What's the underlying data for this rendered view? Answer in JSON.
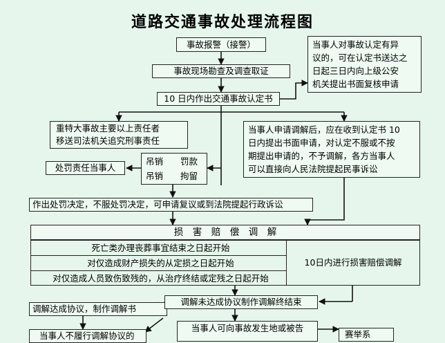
{
  "title": "道路交通事故处理流程图",
  "nodes": {
    "report": "事故报警（接警）",
    "survey": "事故现场勘查及调查取证",
    "determine": "10 日内作出交通事故认定书",
    "objection": [
      "当事人对事故认定有异",
      "议的，可在认定书送达之",
      "日起三日内向上级公安",
      "机关提出书面复核申请"
    ],
    "criminal": [
      "重特大事故主要以上责任者",
      "移送司法机关追究刑事责任"
    ],
    "mediation_request": [
      "当事人申请调解后，应在收到认定书 10",
      "日内提出书面申请，对认定不服或不按",
      "期提出申请的，不予调解，各方当事人",
      "可以直接向人民法院提起民事诉讼"
    ],
    "punish": "处罚责任当事人",
    "penalties": [
      "吊销　　罚款",
      "吊销　　拘留"
    ],
    "decision": "作出处罚决定，不服处罚决定，可申请复议或到法院提起行政诉讼",
    "damage_header": "损　害　赔　偿　调　解",
    "damage_rows": [
      "死亡类办理丧葬事宜结束之日起开始",
      "对仅造成财产损失的从定损之日起开始",
      "对仅造成人员致伤致残的，从治疗终结或定残之日起开始"
    ],
    "damage_result": "10日内进行损害赔偿调解",
    "agreement": "调解达成协议，制作调解书",
    "no_agreement": "调解未达成协议制作调解终结束",
    "lawsuit": "当事人可向事故发生地或被告",
    "bottom_left": "当事人不履行调解协议的",
    "bottom_right": "赛举系"
  }
}
